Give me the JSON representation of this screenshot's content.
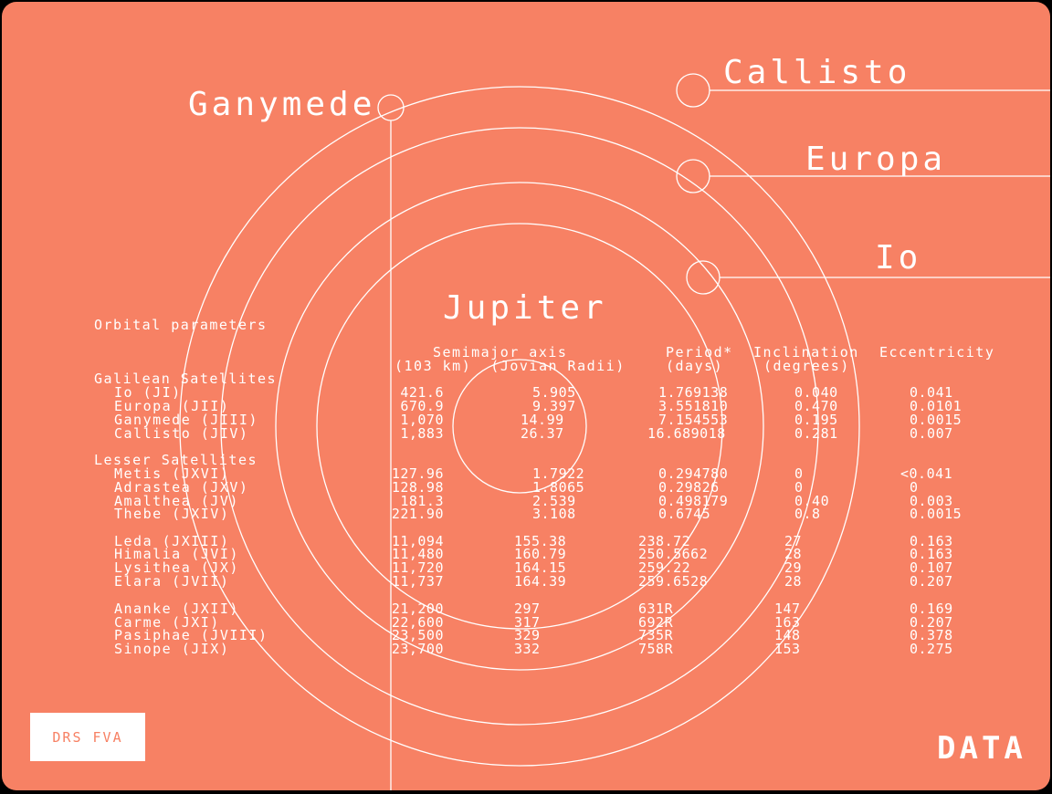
{
  "colors": {
    "background": "#f78164",
    "lines": "#ffffff",
    "frame": "#000000"
  },
  "moons": {
    "ganymede": "Ganymede",
    "callisto": "Callisto",
    "europa": "Europa",
    "io": "Io"
  },
  "planet": "Jupiter",
  "table": {
    "title": "Orbital parameters",
    "headers": {
      "axis_line1": "Semimajor axis",
      "axis_line2": "(103 km)  (Jovian Radii)",
      "period_line1": "Period*",
      "period_line2": "(days)",
      "incl_line1": "Inclination",
      "incl_line2": "(degrees)",
      "ecc": "Eccentricity"
    },
    "group_galilean": "Galilean Satellites",
    "group_lesser": "Lesser Satellites",
    "rows": [
      {
        "name": "Io (JI)",
        "km": "421.6",
        "radii": "5.905",
        "period": "1.769138",
        "incl": "0.040",
        "ecc": "0.041"
      },
      {
        "name": "Europa (JII)",
        "km": "670.9",
        "radii": "9.397",
        "period": "3.551810",
        "incl": "0.470",
        "ecc": "0.0101"
      },
      {
        "name": "Ganymede (JIII)",
        "km": "1,070",
        "radii": "14.99",
        "period": "7.154553",
        "incl": "0.195",
        "ecc": "0.0015"
      },
      {
        "name": "Callisto (JIV)",
        "km": "1,883",
        "radii": "26.37",
        "period": "16.689018",
        "incl": "0.281",
        "ecc": "0.007"
      },
      {
        "name": "Metis (JXVI)",
        "km": "127.96",
        "radii": "1.7922",
        "period": "0.294780",
        "incl": "0",
        "ecc": "<0.041"
      },
      {
        "name": "Adrastea (JXV)",
        "km": "128.98",
        "radii": "1.8065",
        "period": "0.29826",
        "incl": "0",
        "ecc": "0"
      },
      {
        "name": "Amalthea (JV)",
        "km": "181.3",
        "radii": "2.539",
        "period": "0.498179",
        "incl": "0.40",
        "ecc": "0.003"
      },
      {
        "name": "Thebe (JXIV)",
        "km": "221.90",
        "radii": "3.108",
        "period": "0.6745",
        "incl": "0.8",
        "ecc": "0.0015"
      },
      {
        "name": "Leda (JXIII)",
        "km": "11,094",
        "radii": "155.38",
        "period": "238.72",
        "incl": "27",
        "ecc": "0.163"
      },
      {
        "name": "Himalia (JVI)",
        "km": "11,480",
        "radii": "160.79",
        "period": "250.5662",
        "incl": "28",
        "ecc": "0.163"
      },
      {
        "name": "Lysithea (JX)",
        "km": "11,720",
        "radii": "164.15",
        "period": "259.22",
        "incl": "29",
        "ecc": "0.107"
      },
      {
        "name": "Elara (JVII)",
        "km": "11,737",
        "radii": "164.39",
        "period": "259.6528",
        "incl": "28",
        "ecc": "0.207"
      },
      {
        "name": "Ananke (JXII)",
        "km": "21,200",
        "radii": "297",
        "period": "631R",
        "incl": "147",
        "ecc": "0.169"
      },
      {
        "name": "Carme (JXI)",
        "km": "22,600",
        "radii": "317",
        "period": "692R",
        "incl": "163",
        "ecc": "0.207"
      },
      {
        "name": "Pasiphae (JVIII)",
        "km": "23,500",
        "radii": "329",
        "period": "735R",
        "incl": "148",
        "ecc": "0.378"
      },
      {
        "name": "Sinope (JIX)",
        "km": "23,700",
        "radii": "332",
        "period": "758R",
        "incl": "153",
        "ecc": "0.275"
      }
    ]
  },
  "badge": "DRS FVA",
  "corner_label": "DATA"
}
